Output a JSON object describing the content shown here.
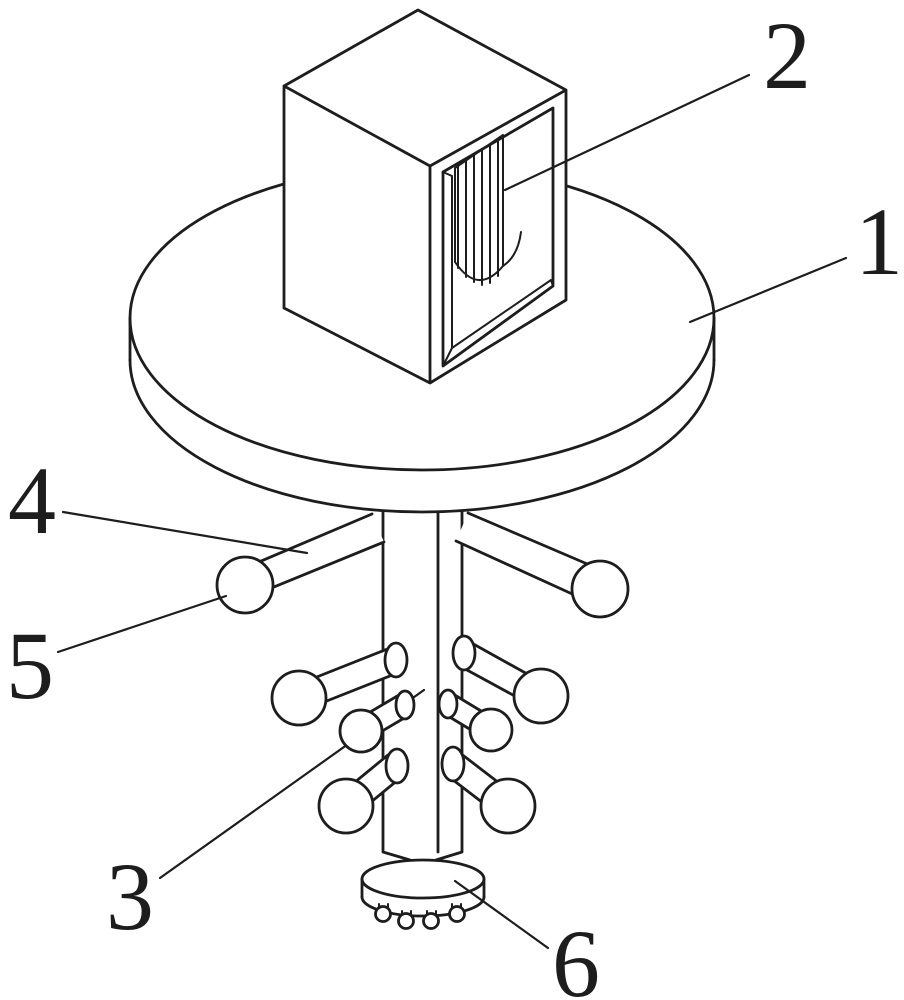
{
  "figure": {
    "background": "#ffffff",
    "stroke_color": "#1d1d1d",
    "parts": [
      {
        "number": "1"
      },
      {
        "number": "2"
      },
      {
        "number": "3"
      },
      {
        "number": "4"
      },
      {
        "number": "5"
      },
      {
        "number": "6"
      }
    ]
  }
}
